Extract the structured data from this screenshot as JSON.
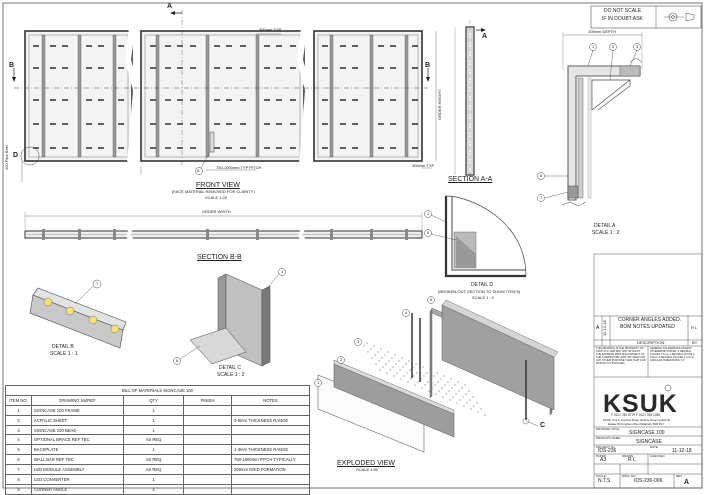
{
  "notice": {
    "line1": "DO NOT SCALE",
    "line2": "IF IN DOUBT ASK"
  },
  "front_view": {
    "title": "FRONT VIEW",
    "subtitle": "(FACE MATERIAL REMOVED FOR CLARITY)",
    "scale": "SCALE 1:20",
    "dim_top": "300mm TYP",
    "dim_pitch": "750-1000mm TYP PITCH",
    "dim_right": "300mm TYP",
    "dim_left": "200 Pilot Reel",
    "order_height": "ORDER HEIGHT",
    "order_width": "ORDER WIDTH",
    "section_marker": "A",
    "side_marker": "B",
    "detail_marker": "D",
    "callout_8": "8"
  },
  "section_aa": {
    "title": "SECTION A-A",
    "marker": "A"
  },
  "section_bb": {
    "title": "SECTION B-B"
  },
  "detail_a": {
    "depth": "100mm DEPTH",
    "title": "DETAIL A",
    "scale": "SCALE 1 : 2",
    "callouts": [
      "1",
      "2",
      "3",
      "6",
      "7"
    ]
  },
  "detail_d": {
    "title": "DETAIL D",
    "subtitle": "(BROKEN-OUT SECTION TO SHOW ITEM 9)",
    "scale": "SCALE 1 : 2",
    "callouts": [
      "1",
      "5"
    ]
  },
  "detail_b": {
    "title": "DETAIL B",
    "scale": "SCALE 1 : 1",
    "callout": "7"
  },
  "detail_c": {
    "title": "DETAIL C",
    "scale": "SCALE 1 : 2",
    "callouts": [
      "4",
      "6"
    ]
  },
  "exploded": {
    "title": "EXPLODED VIEW",
    "scale": "SCALE 1:50",
    "callouts": [
      "1",
      "2",
      "3",
      "4",
      "5"
    ],
    "marker": "C"
  },
  "bom": {
    "title": "BILL OF MATERIALS SIGNCASE 100",
    "headers": [
      "ITEM NO.",
      "DRAWING No/REF",
      "QTY",
      "FINISH",
      "NOTES"
    ],
    "rows": [
      [
        "1",
        "SIGNCASE 100 FRAME",
        "1",
        "",
        ""
      ],
      [
        "2",
        "ACRYLIC SHEET",
        "1",
        "",
        "3-5mm THICKNESS RANGE"
      ],
      [
        "3",
        "SIGNCASE 100 BEAD",
        "1",
        "",
        ""
      ],
      [
        "4",
        "OPTIONAL BRACE REF TBC",
        "AS REQ",
        "",
        ""
      ],
      [
        "5",
        "BACKPLATE",
        "1",
        "",
        "1-3mm THICKNESS RANGE"
      ],
      [
        "6",
        "WALL BAR REF TBC",
        "AS REQ",
        "",
        "750-1000mm PITCH TYPICALLY"
      ],
      [
        "7",
        "LED MODULE ASSEMBLY",
        "AS REQ",
        "",
        "200mm GRID FORMATION"
      ],
      [
        "8",
        "LED CONVERTER",
        "1",
        "",
        ""
      ],
      [
        "9",
        "CORNER ANGLE",
        "4",
        "",
        ""
      ]
    ]
  },
  "title_block": {
    "revision_text_1": "CORNER ANGLES ADDED.",
    "revision_text_2": "BOM NOTES UPDATED",
    "rev_initials": "R L",
    "rev_letter": "A",
    "rev_date": "11-12-18",
    "description_label": "DESCRIPTION",
    "by_label": "BY",
    "property_note": "THIS DRAWING IS THE PROPERTY OF KSUK LTD. AND MAY NOT WITHOUT THE EXPRESS WRITTEN CONSENT OF THE COMPANY BE LENT OR USED FOR ANY OTHER PURPOSE THAN THAT FOR WHICH IT IS SUPPLIED",
    "tolerance_note": "GENERAL TOLERANCES UNLESS OTHERWISE STATED: 0 DECIMAL PLACES ± 1mm  1 DECIMAL PLACE ± 0.5mm  2 DECIMAL PLACES ± 0.1mm  ANGULAR DIMENSIONS ± 1°",
    "logo": "KSUK",
    "contact_line": "T 0121 783 5779  F 0121 783 1336",
    "address_line_1": "KSUK, Unit 4, Holyrick Road, Quarrie Green Industrial",
    "address_line_2": "Estate, Birmingham West Midlands, B30 9SJ",
    "drawing_title_label": "DRAWING TITLE",
    "drawing_title": "SIGNCASE 100",
    "product_label": "PRODUCT NAME",
    "product_name": "SIGNCASE",
    "project_label": "PROJECT No.",
    "project_no": "IDS-236",
    "date_label": "DATE",
    "date": "11-12-18",
    "size_label": "PAPER",
    "size": "A3",
    "drawn_label": "DRAWN",
    "drawn": "R L",
    "checked_label": "CHECKED",
    "scale_label": "SCALE",
    "scale": "N.T.S",
    "dwg_label": "DWG. NO.",
    "dwg_no": "IDS-236-006",
    "rev_label": "REV",
    "rev": "A"
  }
}
